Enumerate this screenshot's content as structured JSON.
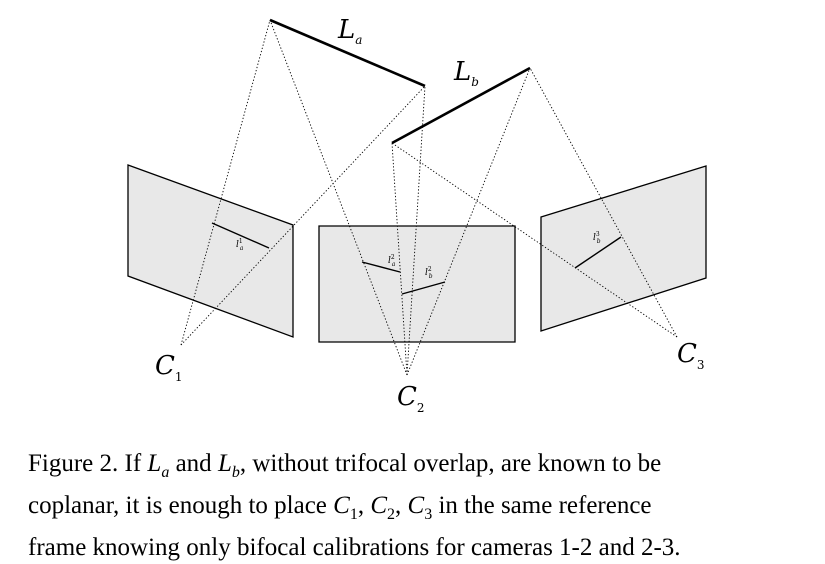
{
  "diagram": {
    "lines": {
      "La": {
        "name": "L",
        "sub": "a"
      },
      "Lb": {
        "name": "L",
        "sub": "b"
      }
    },
    "cameras": [
      {
        "name": "C",
        "sub": "1"
      },
      {
        "name": "C",
        "sub": "2"
      },
      {
        "name": "C",
        "sub": "3"
      }
    ],
    "projections": [
      {
        "name": "l",
        "sub": "a",
        "sup": "1"
      },
      {
        "name": "l",
        "sub": "a",
        "sup": "2"
      },
      {
        "name": "l",
        "sub": "b",
        "sup": "2"
      },
      {
        "name": "l",
        "sub": "b",
        "sup": "3"
      }
    ],
    "colors": {
      "plane_fill": "#e8e8e8",
      "stroke": "#000000"
    }
  },
  "caption": {
    "prefix": "Figure 2. If",
    "La": {
      "name": "L",
      "sub": "a"
    },
    "and": "and",
    "Lb": {
      "name": "L",
      "sub": "b"
    },
    "line1_end": ", without trifocal overlap, are known to be",
    "line2_start": "coplanar, it is enough to place",
    "c1": {
      "name": "C",
      "sub": "1"
    },
    "c2": {
      "name": "C",
      "sub": "2"
    },
    "c3": {
      "name": "C",
      "sub": "3"
    },
    "line2_end": "in the same reference",
    "line3": "frame knowing only bifocal calibrations for cameras 1-2 and 2-3."
  }
}
